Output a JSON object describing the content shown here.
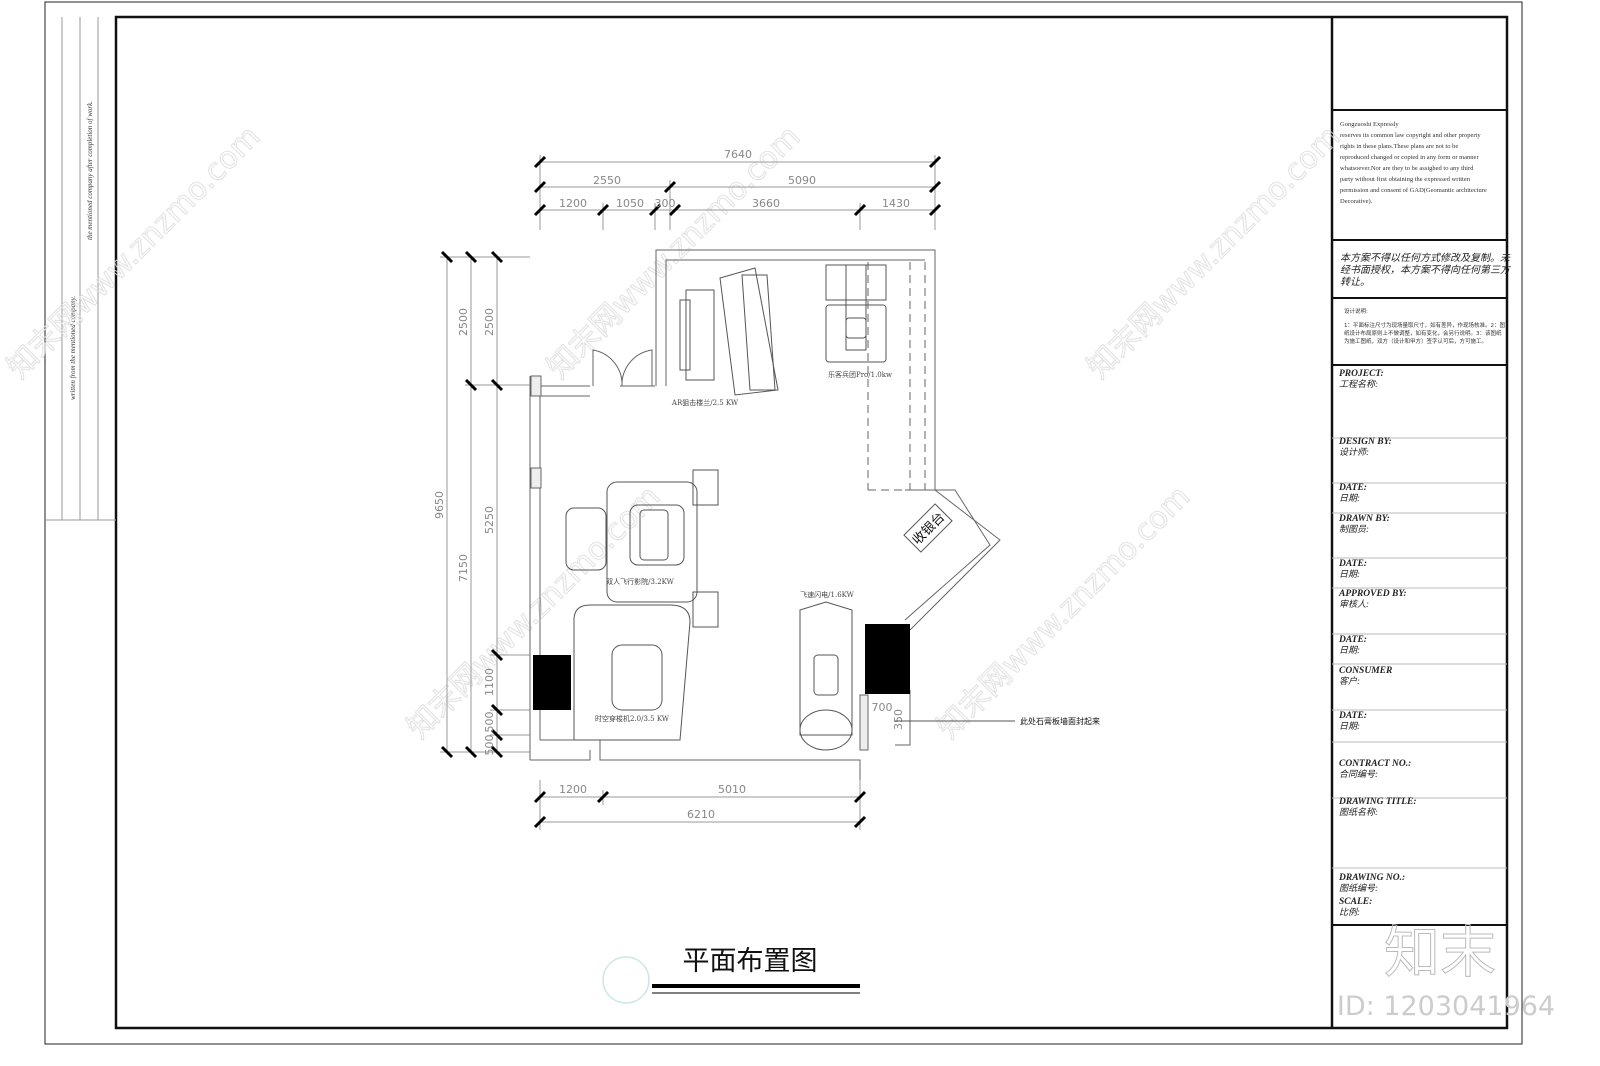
{
  "drawing": {
    "title": "平面布置图",
    "side_notes": [
      "written from the mentioned company.",
      "the mentioned company after completion of work."
    ],
    "dimensions": {
      "top_overall": "7640",
      "top_mid": [
        "2550",
        "5090"
      ],
      "top_detail": [
        "1200",
        "1050",
        "300",
        "3660",
        "1430"
      ],
      "left_overall": "9650",
      "left_mid": [
        "2500",
        "7150"
      ],
      "left_detail": [
        "2500",
        "5250",
        "1100",
        "500",
        "500"
      ],
      "bottom_detail": [
        "1200",
        "5010"
      ],
      "bottom_overall": "6210",
      "local": [
        "700",
        "350"
      ]
    },
    "equipment": [
      {
        "label": "AR狙击楼兰/2.5 KW"
      },
      {
        "label": "乐客兵团Pro/1.0kw"
      },
      {
        "label": "双人飞行影院/3.2KW"
      },
      {
        "label": "时空穿梭机2.0/3.5 KW"
      },
      {
        "label": "飞速闪电/1.6KW"
      }
    ],
    "cashier": "收银台",
    "annotation": "此处石膏板墙面封起来"
  },
  "title_block": {
    "copyright_en": [
      "Gongzuoshi Expressly",
      "reserves its common law copyright and other property",
      "rights in these plans.These plans are not to be",
      "reproduced changed or copied in any form or manner",
      "whatsoever.Nor are they  to be assighed to any third",
      "party without first obtaining the expressed written",
      "permission and consent of  GAD(Geomantic architecture",
      "Decorative)."
    ],
    "copyright_cn": [
      "本方案不得以任何方式修改及复制。未",
      "经书面授权，本方案不得向任何第三方",
      "转让。"
    ],
    "design_notes_title": "设计说明:",
    "design_notes": [
      "1：平面标注尺寸为现场量取尺寸，如有差异，作现场核准。2：图",
      "纸设计布局原则上不做调整，如有变化，会另行说明。3：该图纸",
      "为施工图纸，双方（设计和甲方）签字认可后，方可施工。"
    ],
    "fields": [
      {
        "en": "PROJECT:",
        "cn": "工程名称:"
      },
      {
        "en": "DESIGN BY:",
        "cn": "设计师:"
      },
      {
        "en": "DATE:",
        "cn": "日期:"
      },
      {
        "en": "DRAWN BY:",
        "cn": "制图员:"
      },
      {
        "en": "DATE:",
        "cn": "日期:"
      },
      {
        "en": "APPROVED BY:",
        "cn": "审核人:"
      },
      {
        "en": "DATE:",
        "cn": "日期:"
      },
      {
        "en": "CONSUMER",
        "cn": "客户:"
      },
      {
        "en": "DATE:",
        "cn": "日期:"
      },
      {
        "en": "CONTRACT NO.:",
        "cn": "合同编号:"
      },
      {
        "en": "DRAWING TITLE:",
        "cn": "图纸名称:"
      },
      {
        "en": "DRAWING NO.:",
        "cn": "图纸编号:"
      },
      {
        "en": "SCALE:",
        "cn": "比例:"
      }
    ]
  },
  "watermark": {
    "logo": "知末",
    "id": "ID: 1203041964",
    "site": "知末网www.znzmo.com"
  }
}
